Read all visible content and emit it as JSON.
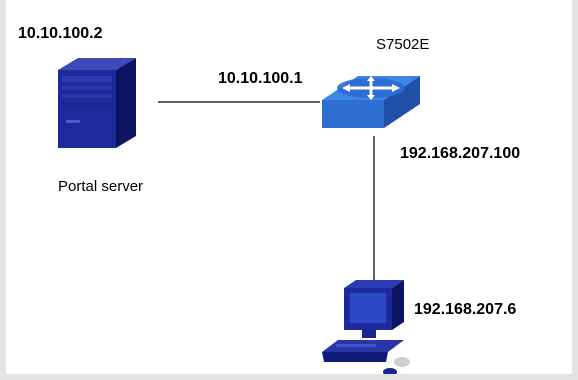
{
  "nodes": {
    "server": {
      "ip": "10.10.100.2",
      "name": "Portal server"
    },
    "switch": {
      "name": "S7502E",
      "ip_server_side": "10.10.100.1",
      "ip_client_side": "192.168.207.100"
    },
    "client": {
      "ip": "192.168.207.6"
    }
  },
  "links": [
    {
      "from": "server",
      "to": "switch"
    },
    {
      "from": "switch",
      "to": "client"
    }
  ],
  "icons": {
    "server": "server-tower-icon",
    "switch": "network-switch-icon",
    "client": "desktop-pc-icon"
  },
  "colors": {
    "device_blue": "#1e2a9c",
    "device_dark": "#0d1462",
    "switch_face": "#2f6fd1",
    "switch_top": "#3c86e8",
    "link": "#000000"
  }
}
